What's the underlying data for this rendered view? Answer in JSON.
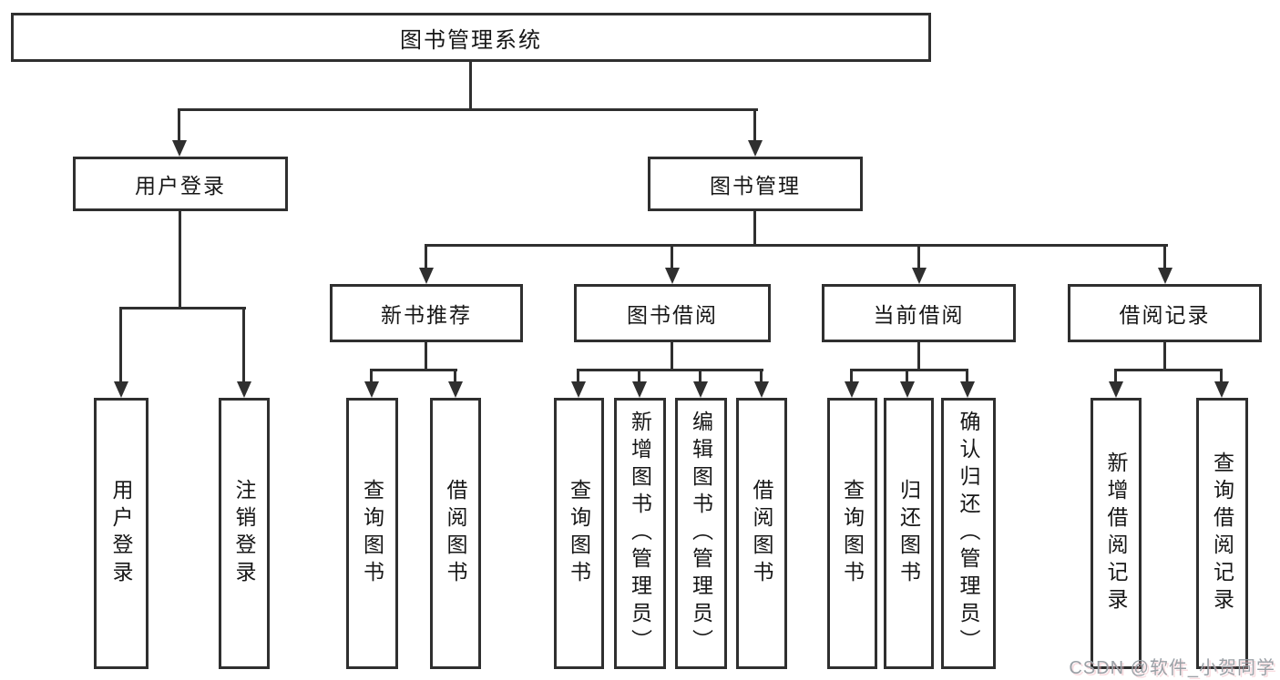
{
  "diagram": {
    "root": {
      "label": "图书管理系统"
    },
    "level2": {
      "user_login": {
        "label": "用户登录"
      },
      "book_management": {
        "label": "图书管理"
      }
    },
    "user_login_children": [
      {
        "label": "用户登录"
      },
      {
        "label": "注销登录"
      }
    ],
    "level3": [
      {
        "label": "新书推荐"
      },
      {
        "label": "图书借阅"
      },
      {
        "label": "当前借阅"
      },
      {
        "label": "借阅记录"
      }
    ],
    "new_book_children": [
      {
        "label": "查询图书"
      },
      {
        "label": "借阅图书"
      }
    ],
    "book_borrow_children": [
      {
        "label": "查询图书"
      },
      {
        "label": "新增图书（管理员）"
      },
      {
        "label": "编辑图书（管理员）"
      },
      {
        "label": "借阅图书"
      }
    ],
    "current_borrow_children": [
      {
        "label": "查询图书"
      },
      {
        "label": "归还图书"
      },
      {
        "label": "确认归还（管理员）"
      }
    ],
    "borrow_record_children": [
      {
        "label": "新增借阅记录"
      },
      {
        "label": "查询借阅记录"
      }
    ]
  },
  "watermark": {
    "text": "CSDN @软件_小贺同学"
  },
  "colors": {
    "line": "#2f2f2f",
    "background": "#ffffff",
    "text": "#171717",
    "watermark_text": "#9aa0a6",
    "watermark_accent": "#f2b4bc"
  }
}
